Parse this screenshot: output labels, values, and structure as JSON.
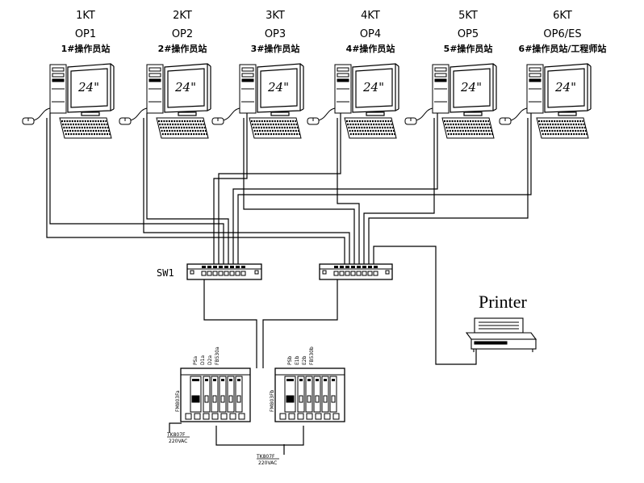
{
  "stations": [
    {
      "kt": "1KT",
      "op": "OP1",
      "cn": "1#操作员站",
      "screen": "24\""
    },
    {
      "kt": "2KT",
      "op": "OP2",
      "cn": "2#操作员站",
      "screen": "24\""
    },
    {
      "kt": "3KT",
      "op": "OP3",
      "cn": "3#操作员站",
      "screen": "24\""
    },
    {
      "kt": "4KT",
      "op": "OP4",
      "cn": "4#操作员站",
      "screen": "24\""
    },
    {
      "kt": "5KT",
      "op": "OP5",
      "cn": "5#操作员站",
      "screen": "24\""
    },
    {
      "kt": "6KT",
      "op": "OP6/ES",
      "cn": "6#操作员站/工程师站",
      "screen": "24\""
    }
  ],
  "switch1_label": "SW1",
  "printer_label": "Printer",
  "cabinets": [
    {
      "top_labels": [
        "PSa",
        "D1a",
        "D2a",
        "FB530a"
      ],
      "side_label": "FM803Fa",
      "power_model": "TK807F",
      "power_voltage": "220VAC"
    },
    {
      "top_labels": [
        "PSb",
        "E1b",
        "E2b",
        "FB530b"
      ],
      "side_label": "FM803Fb",
      "power_model": "TK807F",
      "power_voltage": "220VAC"
    }
  ]
}
